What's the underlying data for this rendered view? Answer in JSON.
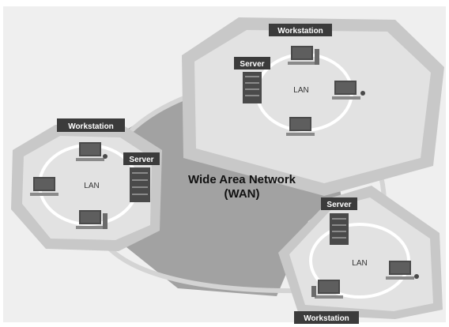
{
  "diagram": {
    "title_line1": "Wide Area Network",
    "title_line2": "(WAN)",
    "lan_label": "LAN",
    "server_label": "Server",
    "workstation_label": "Workstation"
  },
  "colors": {
    "background": "#ffffff",
    "frame": "#efefef",
    "wan_area": "#a2a2a2",
    "lan_outer": "#c8c8c8",
    "lan_inner": "#e2e2e2",
    "link": "#d4d4d4",
    "tag": "#3b3b3b",
    "device": "#4a4a4a"
  },
  "networks": [
    {
      "id": "top-right",
      "devices": [
        "server",
        "workstation",
        "workstation",
        "workstation"
      ]
    },
    {
      "id": "left",
      "devices": [
        "server",
        "workstation",
        "workstation",
        "workstation"
      ]
    },
    {
      "id": "bottom-right",
      "devices": [
        "server",
        "workstation",
        "workstation"
      ]
    }
  ]
}
